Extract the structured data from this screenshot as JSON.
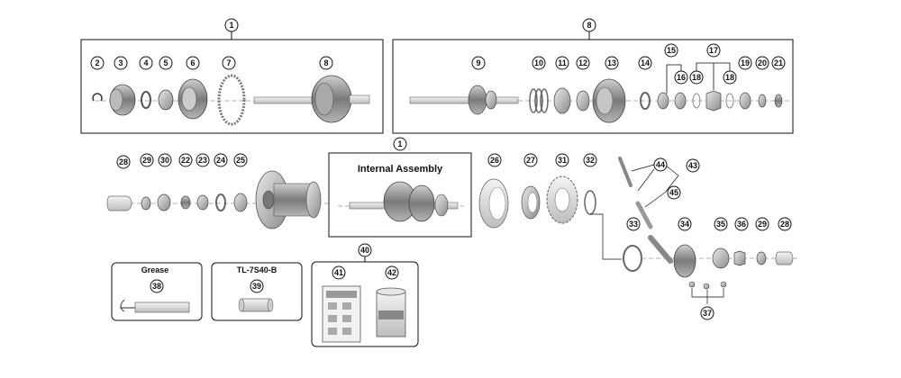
{
  "labels": {
    "internal_assembly": "Internal Assembly",
    "grease": "Grease",
    "tool": "TL-7S40-B"
  },
  "callouts": [
    "1",
    "1",
    "2",
    "3",
    "4",
    "5",
    "6",
    "7",
    "8",
    "8",
    "9",
    "10",
    "11",
    "12",
    "13",
    "14",
    "15",
    "16",
    "17",
    "18",
    "18",
    "19",
    "20",
    "21",
    "22",
    "23",
    "24",
    "25",
    "26",
    "27",
    "28",
    "28",
    "29",
    "29",
    "30",
    "31",
    "32",
    "33",
    "34",
    "35",
    "36",
    "37",
    "38",
    "39",
    "40",
    "41",
    "42",
    "43",
    "44",
    "45"
  ],
  "colors": {
    "line": "#111111",
    "part_dark": "#6f6f6f",
    "part_mid": "#a8a8a8",
    "part_light": "#d9d9d9"
  }
}
